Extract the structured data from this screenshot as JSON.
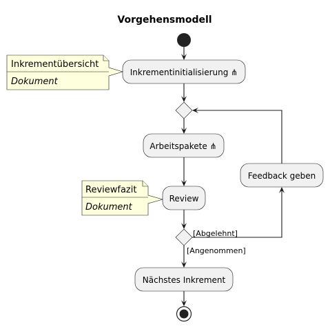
{
  "diagram": {
    "title": "Vorgehensmodell",
    "actions": {
      "init": "Inkrementinitialisierung ⋔",
      "packages": "Arbeitspakete ⋔",
      "review": "Review",
      "feedback": "Feedback geben",
      "next": "Nächstes Inkrement"
    },
    "notes": {
      "init": {
        "title": "Inkrementübersicht",
        "subtitle": "Dokument"
      },
      "review": {
        "title": "Reviewfazit",
        "subtitle": "Dokument"
      }
    },
    "guards": {
      "rejected": "[Abgelehnt]",
      "accepted": "[Angenommen]"
    }
  }
}
